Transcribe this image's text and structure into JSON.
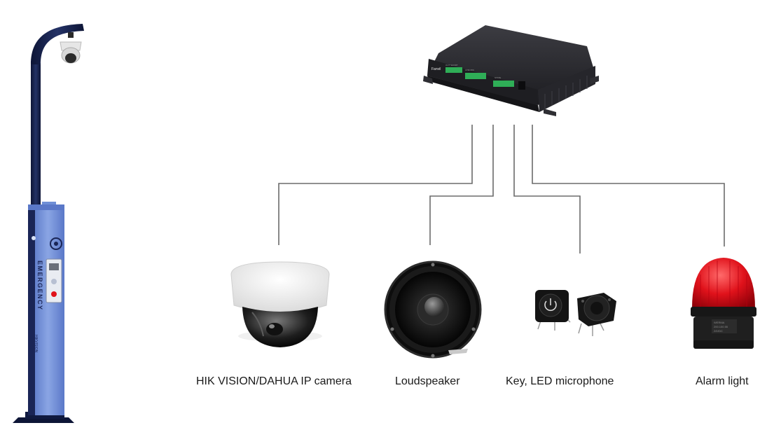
{
  "pole": {
    "panel_text": "EMERGENCY",
    "brand_text": "HIKVISION",
    "colors": {
      "pole": "#16204a",
      "panel": "#6f8fd6",
      "panel_dark": "#3c5aa8"
    }
  },
  "gateway": {
    "brand_text": "Fanvil",
    "colors": {
      "body": "#2a2a2e",
      "terminal": "#2fae57"
    }
  },
  "devices": [
    {
      "id": "camera",
      "label": "HIK VISION/DAHUA IP camera",
      "icon": "dome-camera-icon"
    },
    {
      "id": "speaker",
      "label": "Loudspeaker",
      "icon": "speaker-icon"
    },
    {
      "id": "key",
      "label": "Key, LED microphone",
      "icon": "key-button-icon"
    },
    {
      "id": "alarm",
      "label": "Alarm light",
      "icon": "alarm-light-icon"
    }
  ],
  "colors": {
    "wire": "#6b6b6b",
    "alarm_red": "#e0121b"
  }
}
